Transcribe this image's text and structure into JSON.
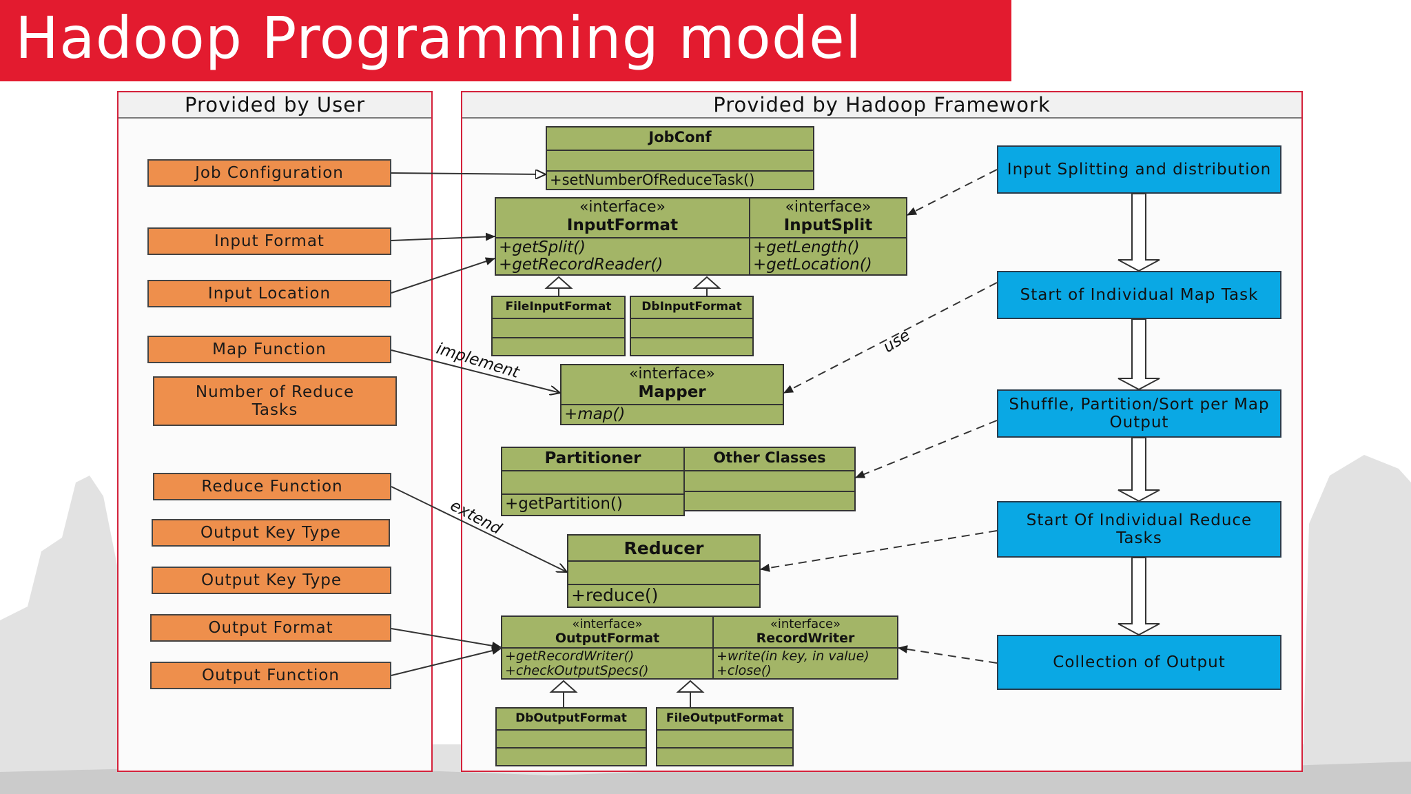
{
  "title": "Hadoop Programming model",
  "user_panel": {
    "header": "Provided by User",
    "items": [
      "Job Configuration",
      "Input Format",
      "Input Location",
      "Map Function",
      "Number of Reduce Tasks",
      "Reduce Function",
      "Output Key Type",
      "Output Key Type",
      "Output Format",
      "Output Function"
    ]
  },
  "framework_panel": {
    "header": "Provided by Hadoop Framework",
    "flow": [
      "Input Splitting and distribution",
      "Start of Individual Map Task",
      "Shuffle, Partition/Sort per Map Output",
      "Start Of Individual Reduce Tasks",
      "Collection of Output"
    ],
    "classes": {
      "jobconf": {
        "name": "JobConf",
        "op": "+setNumberOfReduceTask()"
      },
      "inputformat": {
        "stereo": "«interface»",
        "name": "InputFormat",
        "ops": [
          "+getSplit()",
          "+getRecordReader()"
        ]
      },
      "inputsplit": {
        "stereo": "«interface»",
        "name": "InputSplit",
        "ops": [
          "+getLength()",
          "+getLocation()"
        ]
      },
      "fileinputformat": {
        "name": "FileInputFormat"
      },
      "dbinputformat": {
        "name": "DbInputFormat"
      },
      "mapper": {
        "stereo": "«interface»",
        "name": "Mapper",
        "op": "+map()"
      },
      "partitioner": {
        "name": "Partitioner",
        "op": "+getPartition()"
      },
      "otherclasses": {
        "name": "Other Classes"
      },
      "reducer": {
        "name": "Reducer",
        "op": "+reduce()"
      },
      "outputformat": {
        "stereo": "«interface»",
        "name": "OutputFormat",
        "ops": [
          "+getRecordWriter()",
          "+checkOutputSpecs()"
        ]
      },
      "recordwriter": {
        "stereo": "«interface»",
        "name": "RecordWriter",
        "ops": [
          "+write(in key, in value)",
          "+close()"
        ]
      },
      "dboutputformat": {
        "name": "DbOutputFormat"
      },
      "fileoutputformat": {
        "name": "FileOutputFormat"
      }
    },
    "edge_labels": {
      "implement": "implement",
      "extend": "extend",
      "use": "use"
    }
  },
  "colors": {
    "title_bg": "#e31b2f",
    "user_box": "#ee8f4c",
    "flow_box": "#0aa8e4",
    "class_box": "#a3b567",
    "panel_border": "#d4213a"
  }
}
